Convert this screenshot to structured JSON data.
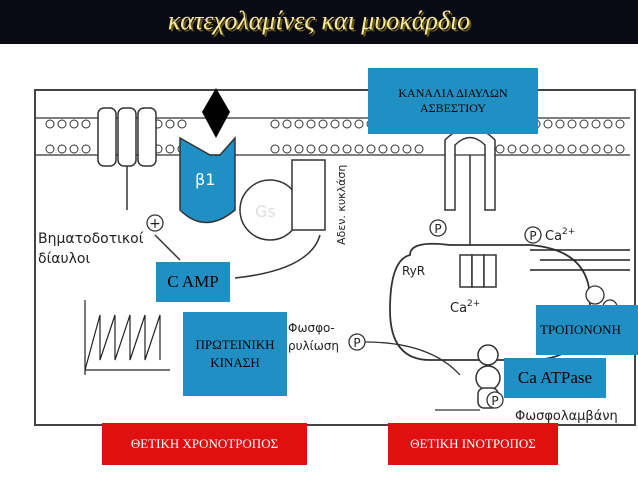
{
  "title": "κατεχολαμίνες και μυοκάρδιο",
  "labels": {
    "calcium_channels": "ΚΑΝΑΛΙΑ ΔΙΑΥΛΩΝ ΑΣΒΕΣΤΙΟΥ",
    "camp": "C AMP",
    "protein_kinase": "ΠΡΩΤΕΙΝΙΚΗ ΚΙΝΑΣΗ",
    "troponin": "ΤΡΟΠΟΝΟΝΗ",
    "ca_atpase": "Ca ATPase",
    "positive_chronotropic": "ΘΕΤΙΚΗ ΧΡΟΝΟΤΡΟΠΟΣ",
    "positive_inotropic": "ΘΕΤΙΚΗ ΙΝΟΤΡΟΠΟΣ"
  },
  "diagram_text": {
    "beta1": "β1",
    "gs": "Gs",
    "adenylate_cyclase": "Αδεν. κυκλάση",
    "pacemaker_channels_1": "Βηματοδοτικοί",
    "pacemaker_channels_2": "δίαυλοι",
    "plus_sign": "+",
    "phosphorylation_1": "Φωσφο-",
    "phosphorylation_2": "ρυλίωση",
    "p_symbol": "P",
    "ryr": "RyR",
    "ca2_cytosol": "Ca",
    "ca2_sr": "Ca",
    "charge": "2+",
    "phospholamban": "Φωσφολαμβάνη"
  },
  "colors": {
    "title_text": "#f6e8a0",
    "title_bar": "#0a0a14",
    "label_box": "#1f8fc4",
    "effect_box": "#e01010",
    "beta1_receptor": "#1f8fc4"
  }
}
